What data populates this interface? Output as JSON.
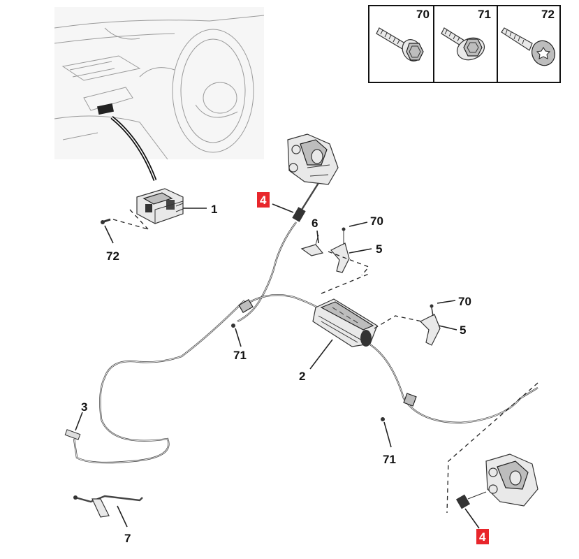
{
  "callouts": {
    "c1": "1",
    "c2": "2",
    "c3": "3",
    "c4_top": "4",
    "c4_bottom": "4",
    "c5_top": "5",
    "c5_mid": "5",
    "c6": "6",
    "c7": "7",
    "c70_top": "70",
    "c70_mid": "70",
    "c71_left": "71",
    "c71_bottom": "71",
    "c72": "72"
  },
  "legend": {
    "box1": "70",
    "box2": "71",
    "box3": "72"
  },
  "colors": {
    "highlight": "#e8262b",
    "line": "#222222"
  }
}
